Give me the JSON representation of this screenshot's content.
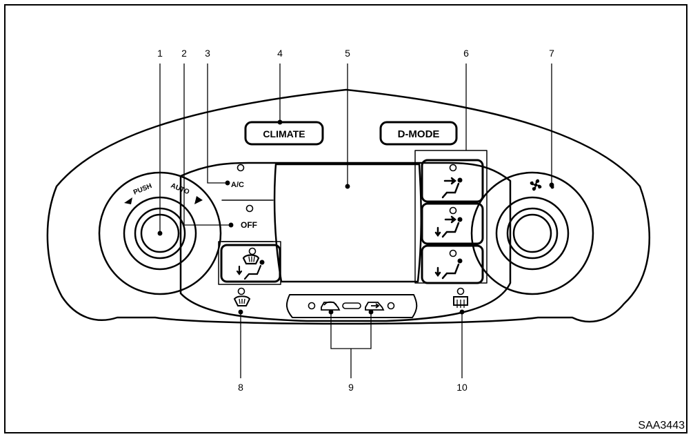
{
  "figure_code": "SAA3443",
  "callouts": [
    "1",
    "2",
    "3",
    "4",
    "5",
    "6",
    "7",
    "8",
    "9",
    "10"
  ],
  "labels": {
    "push": "PUSH",
    "auto": "AUTO",
    "ac": "A/C",
    "off": "OFF",
    "climate": "CLIMATE",
    "dmode": "D-MODE"
  },
  "icons": {
    "fan": "fan-icon",
    "vent_face": "vent-face-icon",
    "vent_bilevel": "vent-bilevel-icon",
    "vent_foot": "vent-foot-icon",
    "defrost_foot": "defrost-foot-icon",
    "front_defrost": "front-defrost-icon",
    "rear_defrost": "rear-defrost-icon",
    "recirculation": "recirculation-icon",
    "fresh_air": "fresh-air-icon"
  }
}
